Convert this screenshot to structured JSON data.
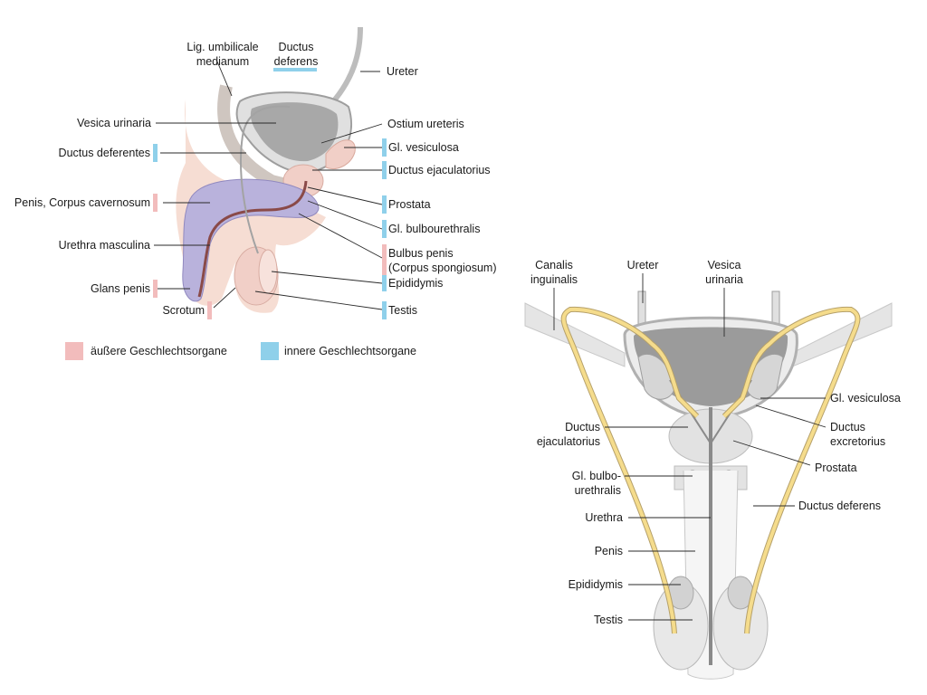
{
  "colors": {
    "external_marker": "#f2bcbc",
    "internal_marker": "#8fd0ea",
    "bladder_fill": "#a8a8a8",
    "corpus_cavernosum": "#b9b2dc",
    "skin": "#f6ddd3",
    "duct_yellow": "#f5dc8c",
    "prostate": "#f1cfc7"
  },
  "left_diagram": {
    "labels": {
      "lig_umbilicale_line1": "Lig. umbilicale",
      "lig_umbilicale_line2": "medianum",
      "ductus_deferens_top_line1": "Ductus",
      "ductus_deferens_top_line2": "deferens",
      "ureter": "Ureter",
      "vesica_urinaria": "Vesica urinaria",
      "ostium_ureteris": "Ostium ureteris",
      "ductus_deferentes": "Ductus deferentes",
      "gl_vesiculosa": "Gl. vesiculosa",
      "ductus_ejaculatorius": "Ductus ejaculatorius",
      "prostata": "Prostata",
      "penis_corpus_cavernosum": "Penis, Corpus cavernosum",
      "gl_bulbourethralis": "Gl. bulbourethralis",
      "urethra_masculina": "Urethra masculina",
      "bulbus_penis_line1": "Bulbus penis",
      "bulbus_penis_line2": "(Corpus spongiosum)",
      "epididymis": "Epididymis",
      "glans_penis": "Glans penis",
      "scrotum": "Scrotum",
      "testis": "Testis"
    },
    "legend": {
      "external": "äußere Geschlechtsorgane",
      "internal": "innere Geschlechtsorgane"
    }
  },
  "right_diagram": {
    "labels": {
      "canalis_line1": "Canalis",
      "canalis_line2": "inguinalis",
      "ureter": "Ureter",
      "vesica_line1": "Vesica",
      "vesica_line2": "urinaria",
      "gl_vesiculosa": "Gl. vesiculosa",
      "ductus_excretorius_line1": "Ductus",
      "ductus_excretorius_line2": "excretorius",
      "ductus_ejac_line1": "Ductus",
      "ductus_ejac_line2": "ejaculatorius",
      "prostata": "Prostata",
      "gl_bulbo_line1": "Gl. bulbo-",
      "gl_bulbo_line2": "urethralis",
      "ductus_deferens": "Ductus deferens",
      "urethra": "Urethra",
      "penis": "Penis",
      "epididymis": "Epididymis",
      "testis": "Testis"
    }
  }
}
